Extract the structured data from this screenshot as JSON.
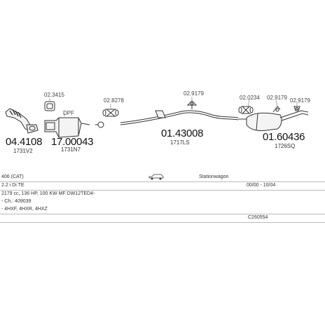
{
  "parts": [
    {
      "code": "02.3415",
      "kind": "small"
    },
    {
      "code": "DPF",
      "kind": "small"
    },
    {
      "code": "02.8278",
      "kind": "small"
    },
    {
      "code": "02.9179",
      "kind": "small"
    },
    {
      "code": "02.0234",
      "kind": "small"
    },
    {
      "code": "02.9179",
      "kind": "small"
    },
    {
      "code": "02.9179",
      "kind": "small"
    },
    {
      "code": "04.4108",
      "kind": "big"
    },
    {
      "code": "1731V2",
      "kind": "sub"
    },
    {
      "code": "17.00043",
      "kind": "big"
    },
    {
      "code": "1731N7",
      "kind": "sub"
    },
    {
      "code": "01.43008",
      "kind": "big"
    },
    {
      "code": "1717LS",
      "kind": "sub"
    },
    {
      "code": "01.60436",
      "kind": "big"
    },
    {
      "code": "1726SQ",
      "kind": "sub"
    }
  ],
  "info": {
    "model": "406 (CAT)",
    "body_type": "Stationwagon",
    "engine": "2.2 i Di TE",
    "dates": "00/00 - 10/04",
    "spec": "2179 cc, 136 HP, 100 KW MF DW12TED4-",
    "chassis": "- Ch.: 409039",
    "engine_codes": "- 4HXF, 4HXR, 4HXZ",
    "catalog_id": "C260554"
  }
}
